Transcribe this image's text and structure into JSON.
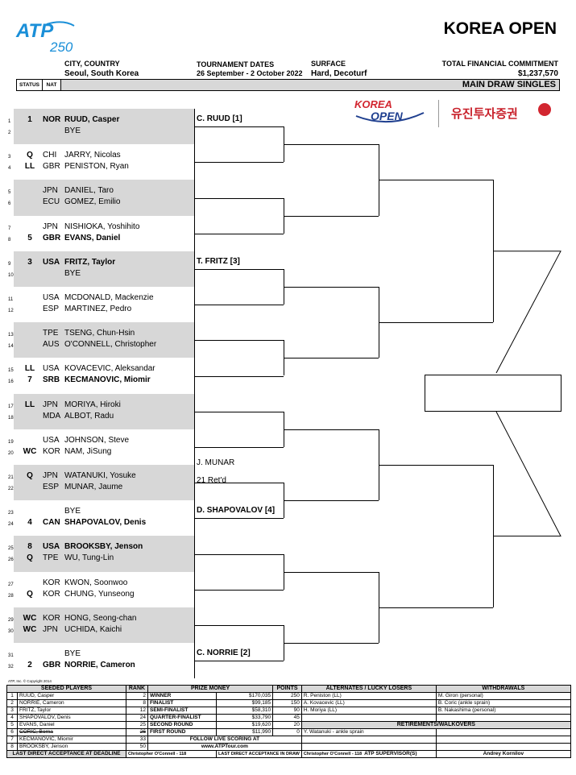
{
  "header": {
    "logo_text": "ATP",
    "logo_tier": "250",
    "title": "KOREA OPEN",
    "city_label": "CITY, COUNTRY",
    "city": "Seoul, South Korea",
    "dates_label": "TOURNAMENT DATES",
    "dates": "26 September - 2 October 2022",
    "surface_label": "SURFACE",
    "surface": "Hard, Decoturf",
    "tfc_label": "TOTAL FINANCIAL COMMITMENT",
    "tfc": "$1,237,570",
    "status_label": "STATUS",
    "nat_label": "NAT",
    "draw_label": "MAIN DRAW SINGLES"
  },
  "sponsors": {
    "korea_open_1": "KOREA",
    "korea_open_2": "OPEN",
    "sponsor_name": "유진투자증권"
  },
  "players": [
    {
      "n": "1",
      "seed": "1",
      "nat": "NOR",
      "name": "RUUD, Casper",
      "bold": true
    },
    {
      "n": "2",
      "seed": "",
      "nat": "",
      "name": "BYE",
      "bye": true
    },
    {
      "n": "3",
      "seed": "Q",
      "nat": "CHI",
      "name": "JARRY, Nicolas"
    },
    {
      "n": "4",
      "seed": "LL",
      "nat": "GBR",
      "name": "PENISTON, Ryan"
    },
    {
      "n": "5",
      "seed": "",
      "nat": "JPN",
      "name": "DANIEL, Taro"
    },
    {
      "n": "6",
      "seed": "",
      "nat": "ECU",
      "name": "GOMEZ, Emilio"
    },
    {
      "n": "7",
      "seed": "",
      "nat": "JPN",
      "name": "NISHIOKA, Yoshihito"
    },
    {
      "n": "8",
      "seed": "5",
      "nat": "GBR",
      "name": "EVANS, Daniel",
      "bold": true
    },
    {
      "n": "9",
      "seed": "3",
      "nat": "USA",
      "name": "FRITZ, Taylor",
      "bold": true
    },
    {
      "n": "10",
      "seed": "",
      "nat": "",
      "name": "BYE",
      "bye": true
    },
    {
      "n": "11",
      "seed": "",
      "nat": "USA",
      "name": "MCDONALD, Mackenzie"
    },
    {
      "n": "12",
      "seed": "",
      "nat": "ESP",
      "name": "MARTINEZ, Pedro"
    },
    {
      "n": "13",
      "seed": "",
      "nat": "TPE",
      "name": "TSENG, Chun-Hsin"
    },
    {
      "n": "14",
      "seed": "",
      "nat": "AUS",
      "name": "O'CONNELL, Christopher"
    },
    {
      "n": "15",
      "seed": "LL",
      "nat": "USA",
      "name": "KOVACEVIC, Aleksandar"
    },
    {
      "n": "16",
      "seed": "7",
      "nat": "SRB",
      "name": "KECMANOVIC, Miomir",
      "bold": true
    },
    {
      "n": "17",
      "seed": "LL",
      "nat": "JPN",
      "name": "MORIYA, Hiroki"
    },
    {
      "n": "18",
      "seed": "",
      "nat": "MDA",
      "name": "ALBOT, Radu"
    },
    {
      "n": "19",
      "seed": "",
      "nat": "USA",
      "name": "JOHNSON, Steve"
    },
    {
      "n": "20",
      "seed": "WC",
      "nat": "KOR",
      "name": "NAM, JiSung"
    },
    {
      "n": "21",
      "seed": "Q",
      "nat": "JPN",
      "name": "WATANUKI, Yosuke"
    },
    {
      "n": "22",
      "seed": "",
      "nat": "ESP",
      "name": "MUNAR, Jaume"
    },
    {
      "n": "23",
      "seed": "",
      "nat": "",
      "name": "BYE",
      "bye": true
    },
    {
      "n": "24",
      "seed": "4",
      "nat": "CAN",
      "name": "SHAPOVALOV, Denis",
      "bold": true
    },
    {
      "n": "25",
      "seed": "8",
      "nat": "USA",
      "name": "BROOKSBY, Jenson",
      "bold": true
    },
    {
      "n": "26",
      "seed": "Q",
      "nat": "TPE",
      "name": "WU, Tung-Lin"
    },
    {
      "n": "27",
      "seed": "",
      "nat": "KOR",
      "name": "KWON, Soonwoo"
    },
    {
      "n": "28",
      "seed": "Q",
      "nat": "KOR",
      "name": "CHUNG, Yunseong"
    },
    {
      "n": "29",
      "seed": "WC",
      "nat": "KOR",
      "name": "HONG, Seong-chan"
    },
    {
      "n": "30",
      "seed": "WC",
      "nat": "JPN",
      "name": "UCHIDA, Kaichi"
    },
    {
      "n": "31",
      "seed": "",
      "nat": "",
      "name": "BYE",
      "bye": true
    },
    {
      "n": "32",
      "seed": "2",
      "nat": "GBR",
      "name": "NORRIE, Cameron",
      "bold": true
    }
  ],
  "round2": [
    {
      "text": "C. RUUD [1]",
      "bold": true,
      "slot": 0
    },
    {
      "text": "T. FRITZ [3]",
      "bold": true,
      "slot": 4
    },
    {
      "text": "J. MUNAR",
      "bold": false,
      "slot": 10
    },
    {
      "text": "21 Ret'd",
      "bold": false,
      "slot": 10,
      "score": true
    },
    {
      "text": "D. SHAPOVALOV [4]",
      "bold": true,
      "slot": 11
    },
    {
      "text": "C. NORRIE [2]",
      "bold": true,
      "slot": 15
    }
  ],
  "footer": {
    "copyright": "ATP, Inc. © Copyright 2014",
    "seeded_header": "SEEDED PLAYERS",
    "rank_header": "RANK",
    "prize_header": "PRIZE MONEY",
    "points_header": "POINTS",
    "alt_header": "ALTERNATES / LUCKY LOSERS",
    "wd_header": "WITHDRAWALS",
    "retire_header": "RETIREMENTS/WALKOVERS",
    "seeds": [
      {
        "n": "1",
        "name": "RUUD, Casper",
        "rank": "2"
      },
      {
        "n": "2",
        "name": "NORRIE, Cameron",
        "rank": "8"
      },
      {
        "n": "3",
        "name": "FRITZ, Taylor",
        "rank": "12"
      },
      {
        "n": "4",
        "name": "SHAPOVALOV, Denis",
        "rank": "24"
      },
      {
        "n": "5",
        "name": "EVANS, Daniel",
        "rank": "25"
      },
      {
        "n": "6",
        "name": "CORIC, Borna",
        "rank": "26",
        "strike": true
      },
      {
        "n": "7",
        "name": "KECMANOVIC, Miomir",
        "rank": "33"
      },
      {
        "n": "8",
        "name": "BROOKSBY, Jenson",
        "rank": "50"
      }
    ],
    "prizes": [
      {
        "round": "WINNER",
        "money": "$170,035",
        "points": "250"
      },
      {
        "round": "FINALIST",
        "money": "$99,185",
        "points": "150"
      },
      {
        "round": "SEMI-FINALIST",
        "money": "$58,310",
        "points": "90"
      },
      {
        "round": "QUARTER-FINALIST",
        "money": "$33,790",
        "points": "45"
      },
      {
        "round": "SECOND ROUND",
        "money": "$19,620",
        "points": "20"
      },
      {
        "round": "FIRST ROUND",
        "money": "$11,990",
        "points": "0"
      }
    ],
    "follow_line1": "FOLLOW LIVE SCORING AT",
    "follow_line2": "www.ATPTour.com",
    "alternates": [
      "R. Peniston (LL)",
      "A. Kovacevic (LL)",
      "H. Moriya (LL)"
    ],
    "withdrawals": [
      "M. Giron (personal)",
      "B. Coric (ankle sprain)",
      "B. Nakashima (personal)"
    ],
    "retirements": [
      "Y. Watanuki - ankle sprain"
    ],
    "lda_label": "LAST DIRECT ACCEPTANCE AT DEADLINE",
    "lda_value": "Christopher O'Connell - 118",
    "ldd_label": "LAST DIRECT ACCEPTANCE IN DRAW",
    "ldd_value": "Christopher O'Connell - 118",
    "supervisor_label": "ATP SUPERVISOR(S)",
    "supervisor": "Andrey Kornilov"
  },
  "colors": {
    "band": "#d7d7d7",
    "sponsor_red": "#c8202a",
    "korea_red": "#d22630",
    "korea_blue": "#1f3f8f",
    "atp_blue": "#1a8fd8"
  }
}
